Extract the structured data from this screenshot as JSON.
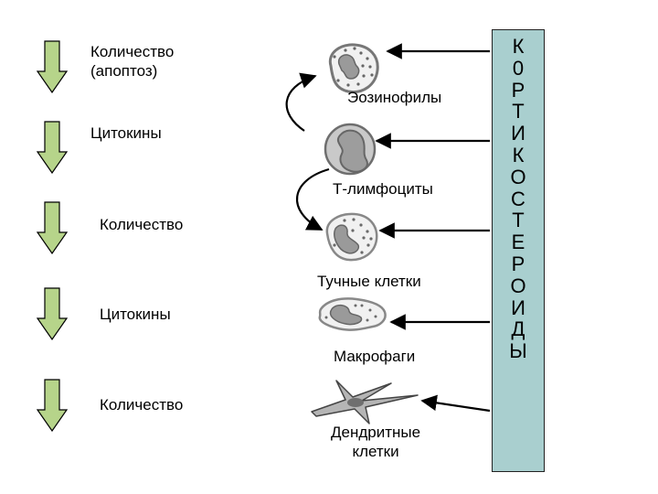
{
  "left_effects": [
    {
      "text_lines": [
        "Количество",
        "(апоптоз)"
      ]
    },
    {
      "text_lines": [
        "Цитокины"
      ]
    },
    {
      "text_lines": [
        "Количество"
      ]
    },
    {
      "text_lines": [
        "Цитокины"
      ]
    },
    {
      "text_lines": [
        "Количество"
      ]
    }
  ],
  "cells": [
    {
      "name_lines": [
        "Эозинофилы"
      ],
      "icon": "eosinophil-icon"
    },
    {
      "name_lines": [
        "Т-лимфоциты"
      ],
      "icon": "t-lymphocyte-icon"
    },
    {
      "name_lines": [
        "Тучные клетки"
      ],
      "icon": "mast-cell-icon"
    },
    {
      "name_lines": [
        "Макрофаги"
      ],
      "icon": "macrophage-icon"
    },
    {
      "name_lines": [
        "Дендритные",
        "клетки"
      ],
      "icon": "dendritic-cell-icon"
    }
  ],
  "corticosteroids_letters": [
    "К",
    "0",
    "Р",
    "Т",
    "И",
    "К",
    "О",
    "С",
    "Т",
    "Е",
    "Р",
    "О",
    "И",
    "Д",
    "Ы"
  ],
  "colors": {
    "down_arrow_fill": "#b6d48a",
    "down_arrow_stroke": "#000000",
    "steroid_box_fill": "#a9cfcf"
  }
}
